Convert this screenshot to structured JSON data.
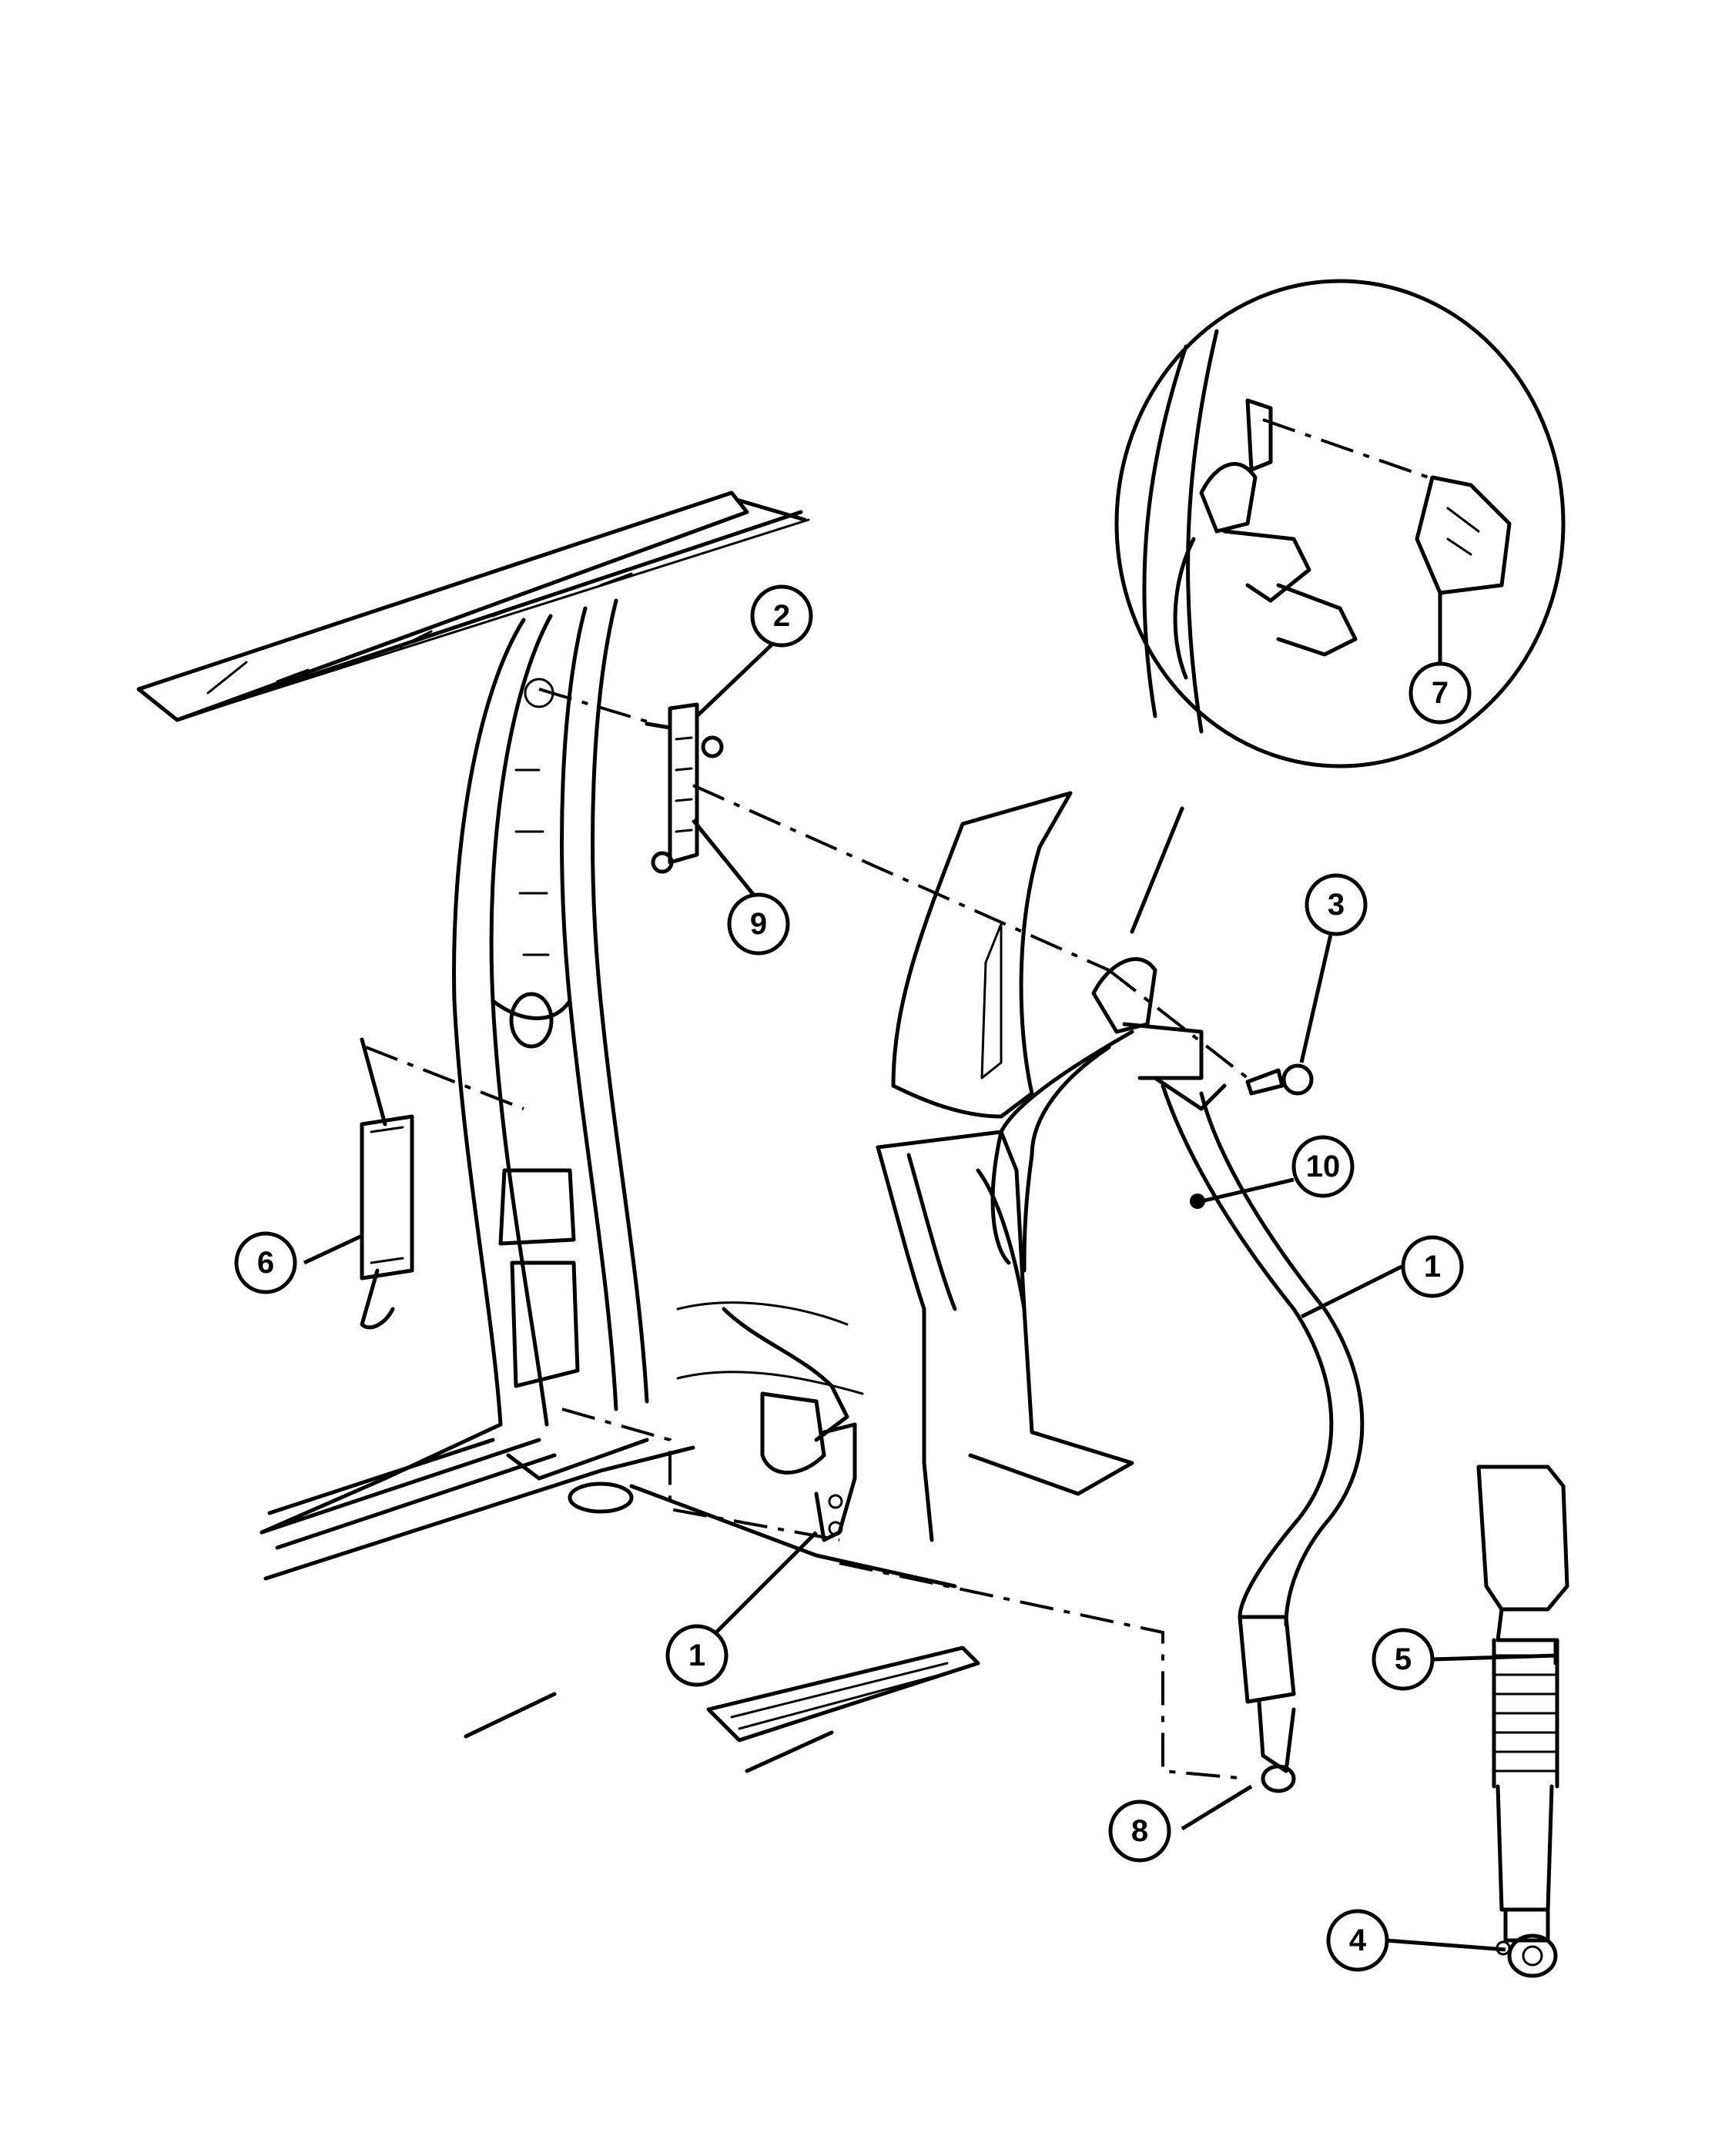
{
  "callouts": [
    {
      "id": "c1a",
      "label": "1"
    },
    {
      "id": "c1b",
      "label": "1"
    },
    {
      "id": "c2",
      "label": "2"
    },
    {
      "id": "c3",
      "label": "3"
    },
    {
      "id": "c4",
      "label": "4"
    },
    {
      "id": "c5",
      "label": "5"
    },
    {
      "id": "c6",
      "label": "6"
    },
    {
      "id": "c7",
      "label": "7"
    },
    {
      "id": "c8",
      "label": "8"
    },
    {
      "id": "c9",
      "label": "9"
    },
    {
      "id": "c10",
      "label": "10"
    }
  ]
}
